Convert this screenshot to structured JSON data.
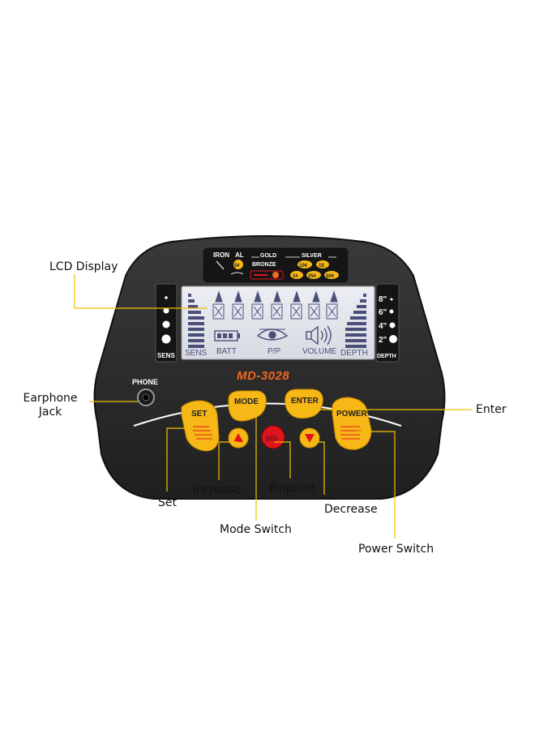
{
  "device": {
    "model": "MD-3028",
    "phone_label": "PHONE",
    "target_legend": {
      "iron": "IRON",
      "al": "AL",
      "gold": "GOLD",
      "silver": "SILVER",
      "bronze": "BRONZE",
      "coins": [
        "5¢",
        "10¢",
        "1$",
        "1¢",
        "25¢",
        "50¢"
      ]
    },
    "lcd": {
      "sens": "SENS",
      "batt": "BATT",
      "pp": "P/P",
      "volume": "VOLUME",
      "depth": "DEPTH"
    },
    "sens_panel_label": "SENS",
    "depth_panel": {
      "label": "DEPTH",
      "marks": [
        "8\"",
        "6\"",
        "4\"",
        "2\""
      ]
    },
    "buttons": {
      "set": "SET",
      "mode": "MODE",
      "enter": "ENTER",
      "power": "POWER",
      "pinpoint": "p/p"
    }
  },
  "callouts": {
    "lcd_display": "LCD Display",
    "earphone_jack": "Earphone\nJack",
    "enter": "Enter",
    "set": "Set",
    "increase": "Increase",
    "pinpoint": "Pinpoint",
    "decrease": "Decrease",
    "mode_switch": "Mode Switch",
    "power_switch": "Power Switch"
  },
  "colors": {
    "body": "#2b2b2b",
    "lcd_bg": "#e4e5ec",
    "lcd_ink": "#4a4f7a",
    "button_yellow": "#f6b717",
    "button_orange": "#ef6a1e",
    "pinpoint_red": "#e0141c",
    "model_orange": "#f2661c",
    "leader_line": "#f2c000"
  }
}
